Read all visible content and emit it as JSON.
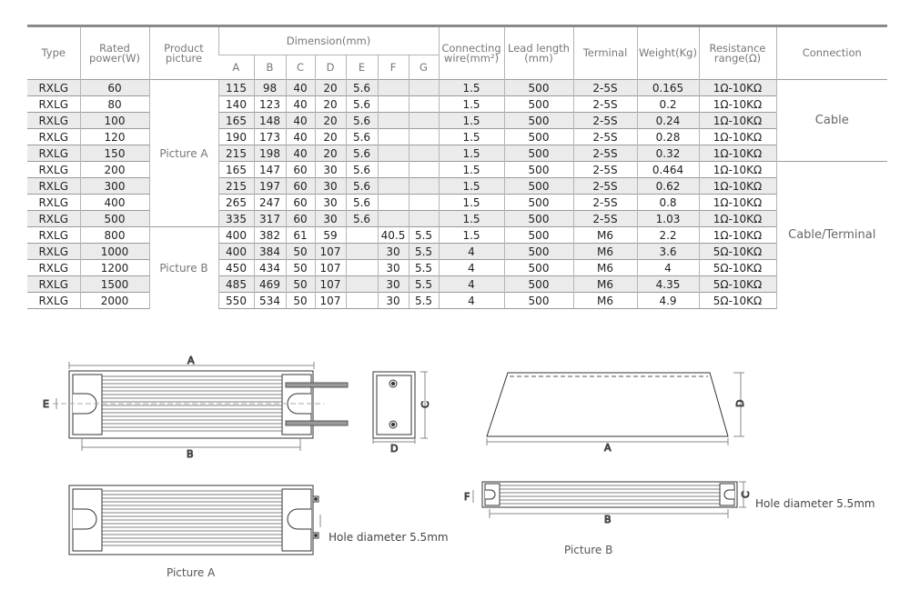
{
  "table": {
    "headers": {
      "type": "Type",
      "rated_power": "Rated\npower(W)",
      "product_picture": "Product\npicture",
      "dimension": "Dimension(mm)",
      "dims": [
        "A",
        "B",
        "C",
        "D",
        "E",
        "F",
        "G"
      ],
      "connecting_wire": "Connecting\nwire(mm²)",
      "lead_length": "Lead length\n(mm)",
      "terminal": "Terminal",
      "weight": "Weight(Kg)",
      "resistance": "Resistance\nrange(Ω)",
      "connection": "Connection"
    },
    "picture_groups": [
      "Picture A",
      "Picture B"
    ],
    "connection_groups": [
      "Cable",
      "Cable/Terminal"
    ],
    "rows": [
      [
        "RXLG",
        "60",
        "115",
        "98",
        "40",
        "20",
        "5.6",
        "",
        "",
        "1.5",
        "500",
        "2-5S",
        "0.165",
        "1Ω-10KΩ"
      ],
      [
        "RXLG",
        "80",
        "140",
        "123",
        "40",
        "20",
        "5.6",
        "",
        "",
        "1.5",
        "500",
        "2-5S",
        "0.2",
        "1Ω-10KΩ"
      ],
      [
        "RXLG",
        "100",
        "165",
        "148",
        "40",
        "20",
        "5.6",
        "",
        "",
        "1.5",
        "500",
        "2-5S",
        "0.24",
        "1Ω-10KΩ"
      ],
      [
        "RXLG",
        "120",
        "190",
        "173",
        "40",
        "20",
        "5.6",
        "",
        "",
        "1.5",
        "500",
        "2-5S",
        "0.28",
        "1Ω-10KΩ"
      ],
      [
        "RXLG",
        "150",
        "215",
        "198",
        "40",
        "20",
        "5.6",
        "",
        "",
        "1.5",
        "500",
        "2-5S",
        "0.32",
        "1Ω-10KΩ"
      ],
      [
        "RXLG",
        "200",
        "165",
        "147",
        "60",
        "30",
        "5.6",
        "",
        "",
        "1.5",
        "500",
        "2-5S",
        "0.464",
        "1Ω-10KΩ"
      ],
      [
        "RXLG",
        "300",
        "215",
        "197",
        "60",
        "30",
        "5.6",
        "",
        "",
        "1.5",
        "500",
        "2-5S",
        "0.62",
        "1Ω-10KΩ"
      ],
      [
        "RXLG",
        "400",
        "265",
        "247",
        "60",
        "30",
        "5.6",
        "",
        "",
        "1.5",
        "500",
        "2-5S",
        "0.8",
        "1Ω-10KΩ"
      ],
      [
        "RXLG",
        "500",
        "335",
        "317",
        "60",
        "30",
        "5.6",
        "",
        "",
        "1.5",
        "500",
        "2-5S",
        "1.03",
        "1Ω-10KΩ"
      ],
      [
        "RXLG",
        "800",
        "400",
        "382",
        "61",
        "59",
        "",
        "40.5",
        "5.5",
        "1.5",
        "500",
        "M6",
        "2.2",
        "1Ω-10KΩ"
      ],
      [
        "RXLG",
        "1000",
        "400",
        "384",
        "50",
        "107",
        "",
        "30",
        "5.5",
        "4",
        "500",
        "M6",
        "3.6",
        "5Ω-10KΩ"
      ],
      [
        "RXLG",
        "1200",
        "450",
        "434",
        "50",
        "107",
        "",
        "30",
        "5.5",
        "4",
        "500",
        "M6",
        "4",
        "5Ω-10KΩ"
      ],
      [
        "RXLG",
        "1500",
        "485",
        "469",
        "50",
        "107",
        "",
        "30",
        "5.5",
        "4",
        "500",
        "M6",
        "4.35",
        "5Ω-10KΩ"
      ],
      [
        "RXLG",
        "2000",
        "550",
        "534",
        "50",
        "107",
        "",
        "30",
        "5.5",
        "4",
        "500",
        "M6",
        "4.9",
        "5Ω-10KΩ"
      ]
    ]
  },
  "drawings": {
    "picture_a_caption": "Picture A",
    "picture_b_caption": "Picture B",
    "hole_note": "Hole diameter 5.5mm",
    "dim_labels": {
      "A": "A",
      "B": "B",
      "C": "C",
      "D": "D",
      "E": "E",
      "F": "F"
    }
  },
  "colors": {
    "header_rule": "#8a8a8a",
    "row_shade": "#ebebeb",
    "line": "#444444"
  }
}
